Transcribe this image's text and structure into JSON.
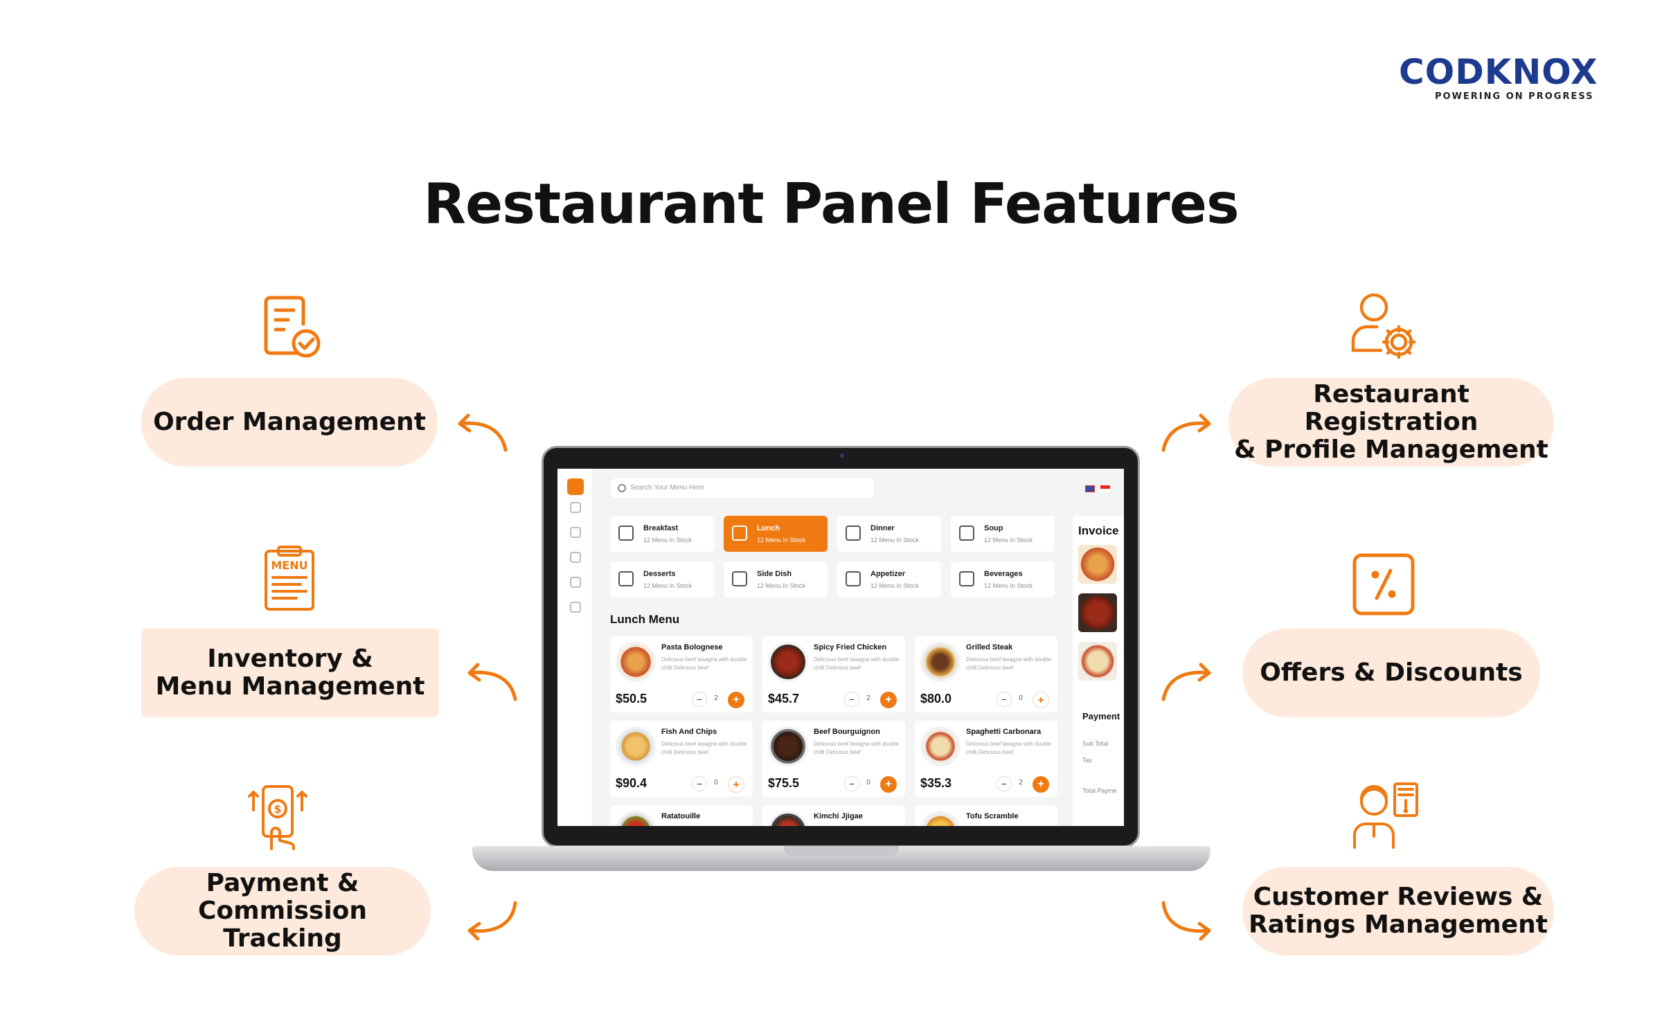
{
  "brand": {
    "name": "CODKNOX",
    "tagline": "POWERING ON PROGRESS",
    "color": "#1d3a8f"
  },
  "title": "Restaurant Panel Features",
  "accent": "#f07a12",
  "features": {
    "order": {
      "line1": "Order Management",
      "icon": "order-document-check-icon"
    },
    "inventory": {
      "line1": "Inventory &",
      "line2": "Menu Management",
      "icon": "menu-clipboard-icon"
    },
    "payment": {
      "line1": "Payment &",
      "line2": "Commission Tracking",
      "icon": "phone-payment-icon"
    },
    "registration": {
      "line1": "Restaurant Registration",
      "line2": "& Profile Management",
      "icon": "user-settings-icon"
    },
    "offers": {
      "line1": "Offers & Discounts",
      "icon": "percent-tag-icon"
    },
    "reviews": {
      "line1": "Customer Reviews &",
      "line2": "Ratings Management",
      "icon": "customer-review-icon"
    }
  },
  "app": {
    "search_placeholder": "Search Your Menu Here",
    "categories": [
      {
        "name": "Breakfast",
        "sub": "12 Menu In Stock"
      },
      {
        "name": "Lunch",
        "sub": "12 Menu In Stock"
      },
      {
        "name": "Dinner",
        "sub": "12 Menu In Stock"
      },
      {
        "name": "Soup",
        "sub": "12 Menu In Stock"
      },
      {
        "name": "Desserts",
        "sub": "12 Menu In Stock"
      },
      {
        "name": "Side Dish",
        "sub": "12 Menu In Stock"
      },
      {
        "name": "Appetizer",
        "sub": "12 Menu In Stock"
      },
      {
        "name": "Beverages",
        "sub": "12 Menu In Stock"
      }
    ],
    "section_title": "Lunch Menu",
    "dishes": [
      {
        "name": "Pasta Bolognese",
        "desc": "Delicious beef lasagna with double chilli Delicious beef",
        "price": "$50.5",
        "qty": "2"
      },
      {
        "name": "Spicy Fried Chicken",
        "desc": "Delicious beef lasagna with double chilli Delicious beef",
        "price": "$45.7",
        "qty": "2"
      },
      {
        "name": "Grilled Steak",
        "desc": "Delicious beef lasagna with double chilli Delicious beef",
        "price": "$80.0",
        "qty": "0"
      },
      {
        "name": "Fish And Chips",
        "desc": "Delicious beef lasagna with double chilli Delicious beef",
        "price": "$90.4",
        "qty": "0"
      },
      {
        "name": "Beef Bourguignon",
        "desc": "Delicious beef lasagna with double chilli Delicious beef",
        "price": "$75.5",
        "qty": "0"
      },
      {
        "name": "Spaghetti Carbonara",
        "desc": "Delicious beef lasagna with double chilli Delicious beef",
        "price": "$35.3",
        "qty": "2"
      },
      {
        "name": "Ratatouille"
      },
      {
        "name": "Kimchi Jjigae"
      },
      {
        "name": "Tofu Scramble"
      }
    ],
    "invoice": {
      "title": "Invoice",
      "payment": "Payment",
      "sub_total": "Sub Total",
      "tax": "Tax",
      "total": "Total Payme"
    }
  }
}
